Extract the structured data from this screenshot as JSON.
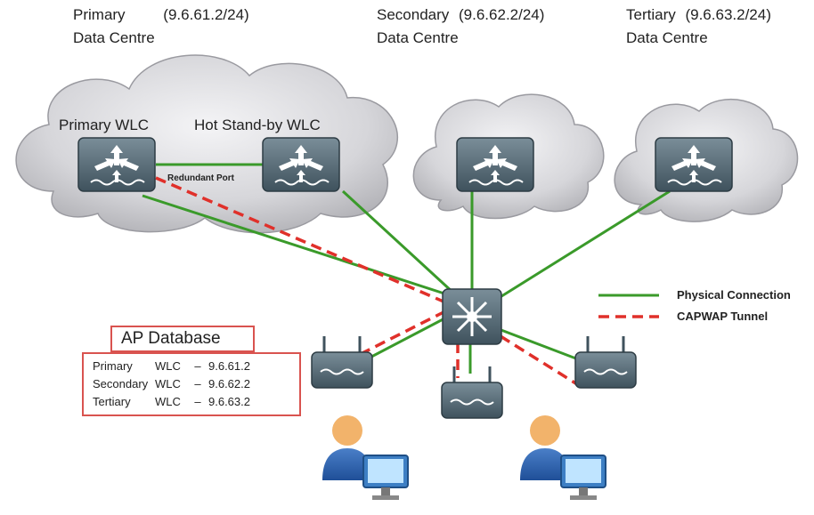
{
  "sites": [
    {
      "name_line1": "Primary",
      "subnet": "(9.6.61.2/24)",
      "name_line2": "Data Centre"
    },
    {
      "name_line1": "Secondary",
      "subnet": "(9.6.62.2/24)",
      "name_line2": "Data Centre"
    },
    {
      "name_line1": "Tertiary",
      "subnet": "(9.6.63.2/24)",
      "name_line2": "Data Centre"
    }
  ],
  "controllers": {
    "primary_label": "Primary WLC",
    "standby_label": "Hot Stand-by WLC",
    "redundant_port_label": "Redundant Port"
  },
  "legend": {
    "physical": "Physical Connection",
    "capwap": "CAPWAP Tunnel"
  },
  "ap_database": {
    "title": "AP Database",
    "rows": [
      {
        "role": "Primary",
        "type": "WLC",
        "dash": "–",
        "ip": "9.6.61.2"
      },
      {
        "role": "Secondary",
        "type": "WLC",
        "dash": "–",
        "ip": "9.6.62.2"
      },
      {
        "role": "Tertiary",
        "type": "WLC",
        "dash": "–",
        "ip": "9.6.63.2"
      }
    ]
  },
  "colors": {
    "physical_line": "#3a9a2a",
    "capwap_line": "#e0302a",
    "cloud": "#d8d8dc",
    "device": "#5a6d78",
    "ap_db_border": "#d9534f"
  }
}
